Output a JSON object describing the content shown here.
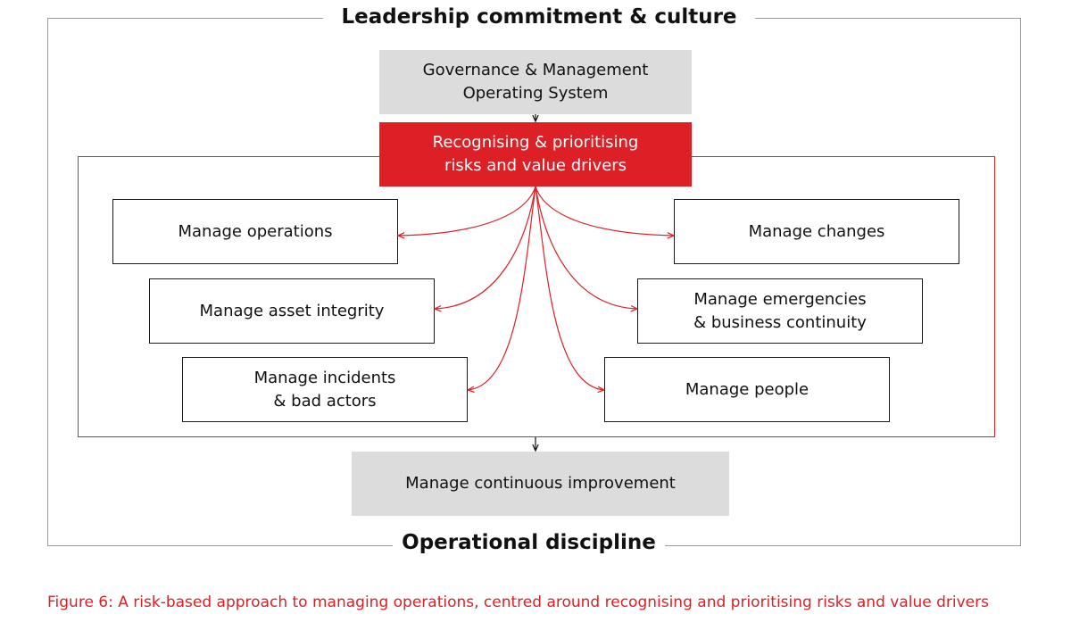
{
  "outer": {
    "top_title": "Leadership commitment & culture",
    "bottom_title": "Operational discipline"
  },
  "nodes": {
    "governance": "Governance & Management\nOperating System",
    "recognising": "Recognising & prioritising\nrisks and value drivers",
    "manage_operations": "Manage operations",
    "manage_changes": "Manage changes",
    "manage_asset_integrity": "Manage asset integrity",
    "manage_emergencies": "Manage emergencies\n& business continuity",
    "manage_incidents": "Manage incidents\n& bad actors",
    "manage_people": "Manage people",
    "manage_continuous_improvement": "Manage continuous improvement"
  },
  "caption": "Figure 6: A risk-based approach to managing operations, centred around recognising and prioritising risks and value drivers",
  "colors": {
    "accent_red": "#dd1f26",
    "grey_box": "#dcdcdc",
    "frame_grey": "#9a9a9a"
  }
}
